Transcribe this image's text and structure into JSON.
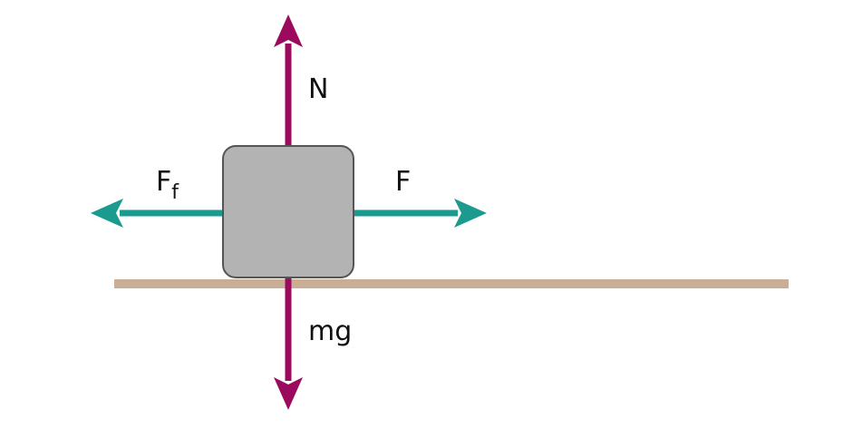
{
  "labels": {
    "normal": "N",
    "weight": "mg",
    "applied": "F",
    "friction_main": "F",
    "friction_sub": "f"
  },
  "colors": {
    "vertical_forces": "#9b0a5c",
    "horizontal_forces": "#1b9a90",
    "block_fill": "#b3b3b3",
    "block_stroke": "#555555",
    "ground": "#c9ad95",
    "label_text": "#111111"
  }
}
